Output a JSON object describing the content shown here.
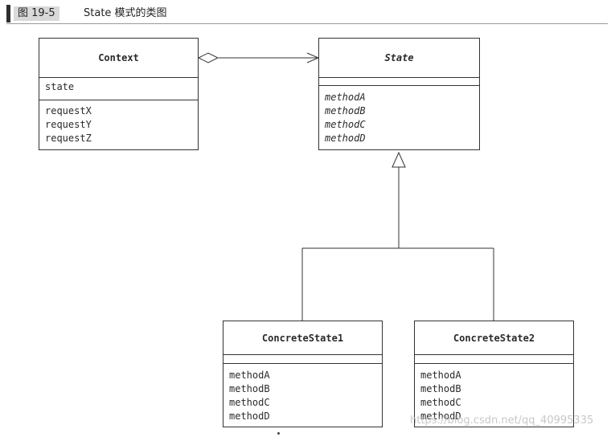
{
  "header": {
    "figure_label": "图 19-5",
    "title": "State 模式的类图"
  },
  "classes": {
    "context": {
      "name": "Context",
      "attributes": [
        "state"
      ],
      "methods": [
        "requestX",
        "requestY",
        "requestZ"
      ]
    },
    "state": {
      "name": "State",
      "attributes": [],
      "methods": [
        "methodA",
        "methodB",
        "methodC",
        "methodD"
      ],
      "abstract": true
    },
    "concrete1": {
      "name": "ConcreteState1",
      "attributes": [],
      "methods": [
        "methodA",
        "methodB",
        "methodC",
        "methodD"
      ]
    },
    "concrete2": {
      "name": "ConcreteState2",
      "attributes": [],
      "methods": [
        "methodA",
        "methodB",
        "methodC",
        "methodD"
      ]
    }
  },
  "relationships": [
    {
      "type": "aggregation",
      "from": "Context",
      "to": "State"
    },
    {
      "type": "generalization",
      "from": "ConcreteState1",
      "to": "State"
    },
    {
      "type": "generalization",
      "from": "ConcreteState2",
      "to": "State"
    }
  ],
  "watermark": "https://blog.csdn.net/qq_40995335"
}
